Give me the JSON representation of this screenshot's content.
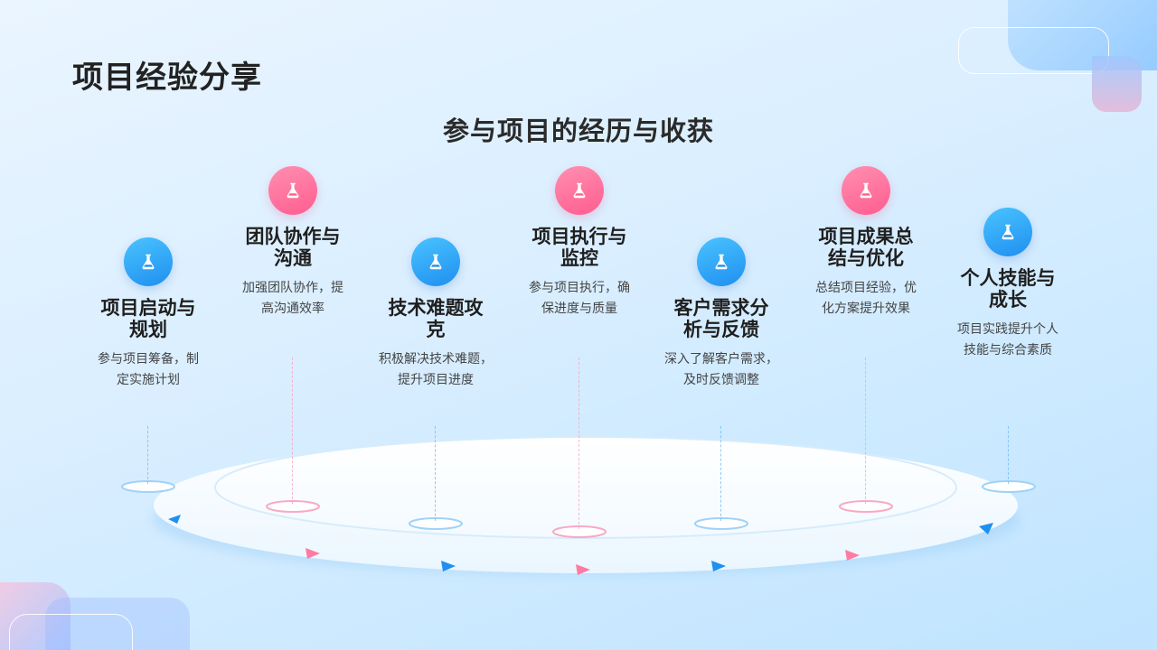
{
  "header": {
    "title": "项目经验分享",
    "subtitle": "参与项目的经历与收获"
  },
  "colors": {
    "blue_accent": "#1f8ff0",
    "pink_accent": "#ff5d8f",
    "background": "#d9eeff"
  },
  "steps": [
    {
      "title_line1": "项目启动与",
      "title_line2": "规划",
      "desc_line1": "参与项目筹备，制",
      "desc_line2": "定实施计划",
      "color": "blue",
      "icon": "flask-icon"
    },
    {
      "title_line1": "团队协作与",
      "title_line2": "沟通",
      "desc_line1": "加强团队协作，提",
      "desc_line2": "高沟通效率",
      "color": "pink",
      "icon": "flask-icon"
    },
    {
      "title_line1": "技术难题攻",
      "title_line2": "克",
      "desc_line1": "积极解决技术难题，",
      "desc_line2": "提升项目进度",
      "color": "blue",
      "icon": "flask-icon"
    },
    {
      "title_line1": "项目执行与",
      "title_line2": "监控",
      "desc_line1": "参与项目执行，确",
      "desc_line2": "保进度与质量",
      "color": "pink",
      "icon": "flask-icon"
    },
    {
      "title_line1": "客户需求分",
      "title_line2": "析与反馈",
      "desc_line1": "深入了解客户需求，",
      "desc_line2": "及时反馈调整",
      "color": "blue",
      "icon": "flask-icon"
    },
    {
      "title_line1": "项目成果总",
      "title_line2": "结与优化",
      "desc_line1": "总结项目经验，优",
      "desc_line2": "化方案提升效果",
      "color": "pink",
      "icon": "flask-icon"
    },
    {
      "title_line1": "个人技能与",
      "title_line2": "成长",
      "desc_line1": "项目实践提升个人",
      "desc_line2": "技能与综合素质",
      "color": "blue",
      "icon": "flask-icon"
    }
  ]
}
